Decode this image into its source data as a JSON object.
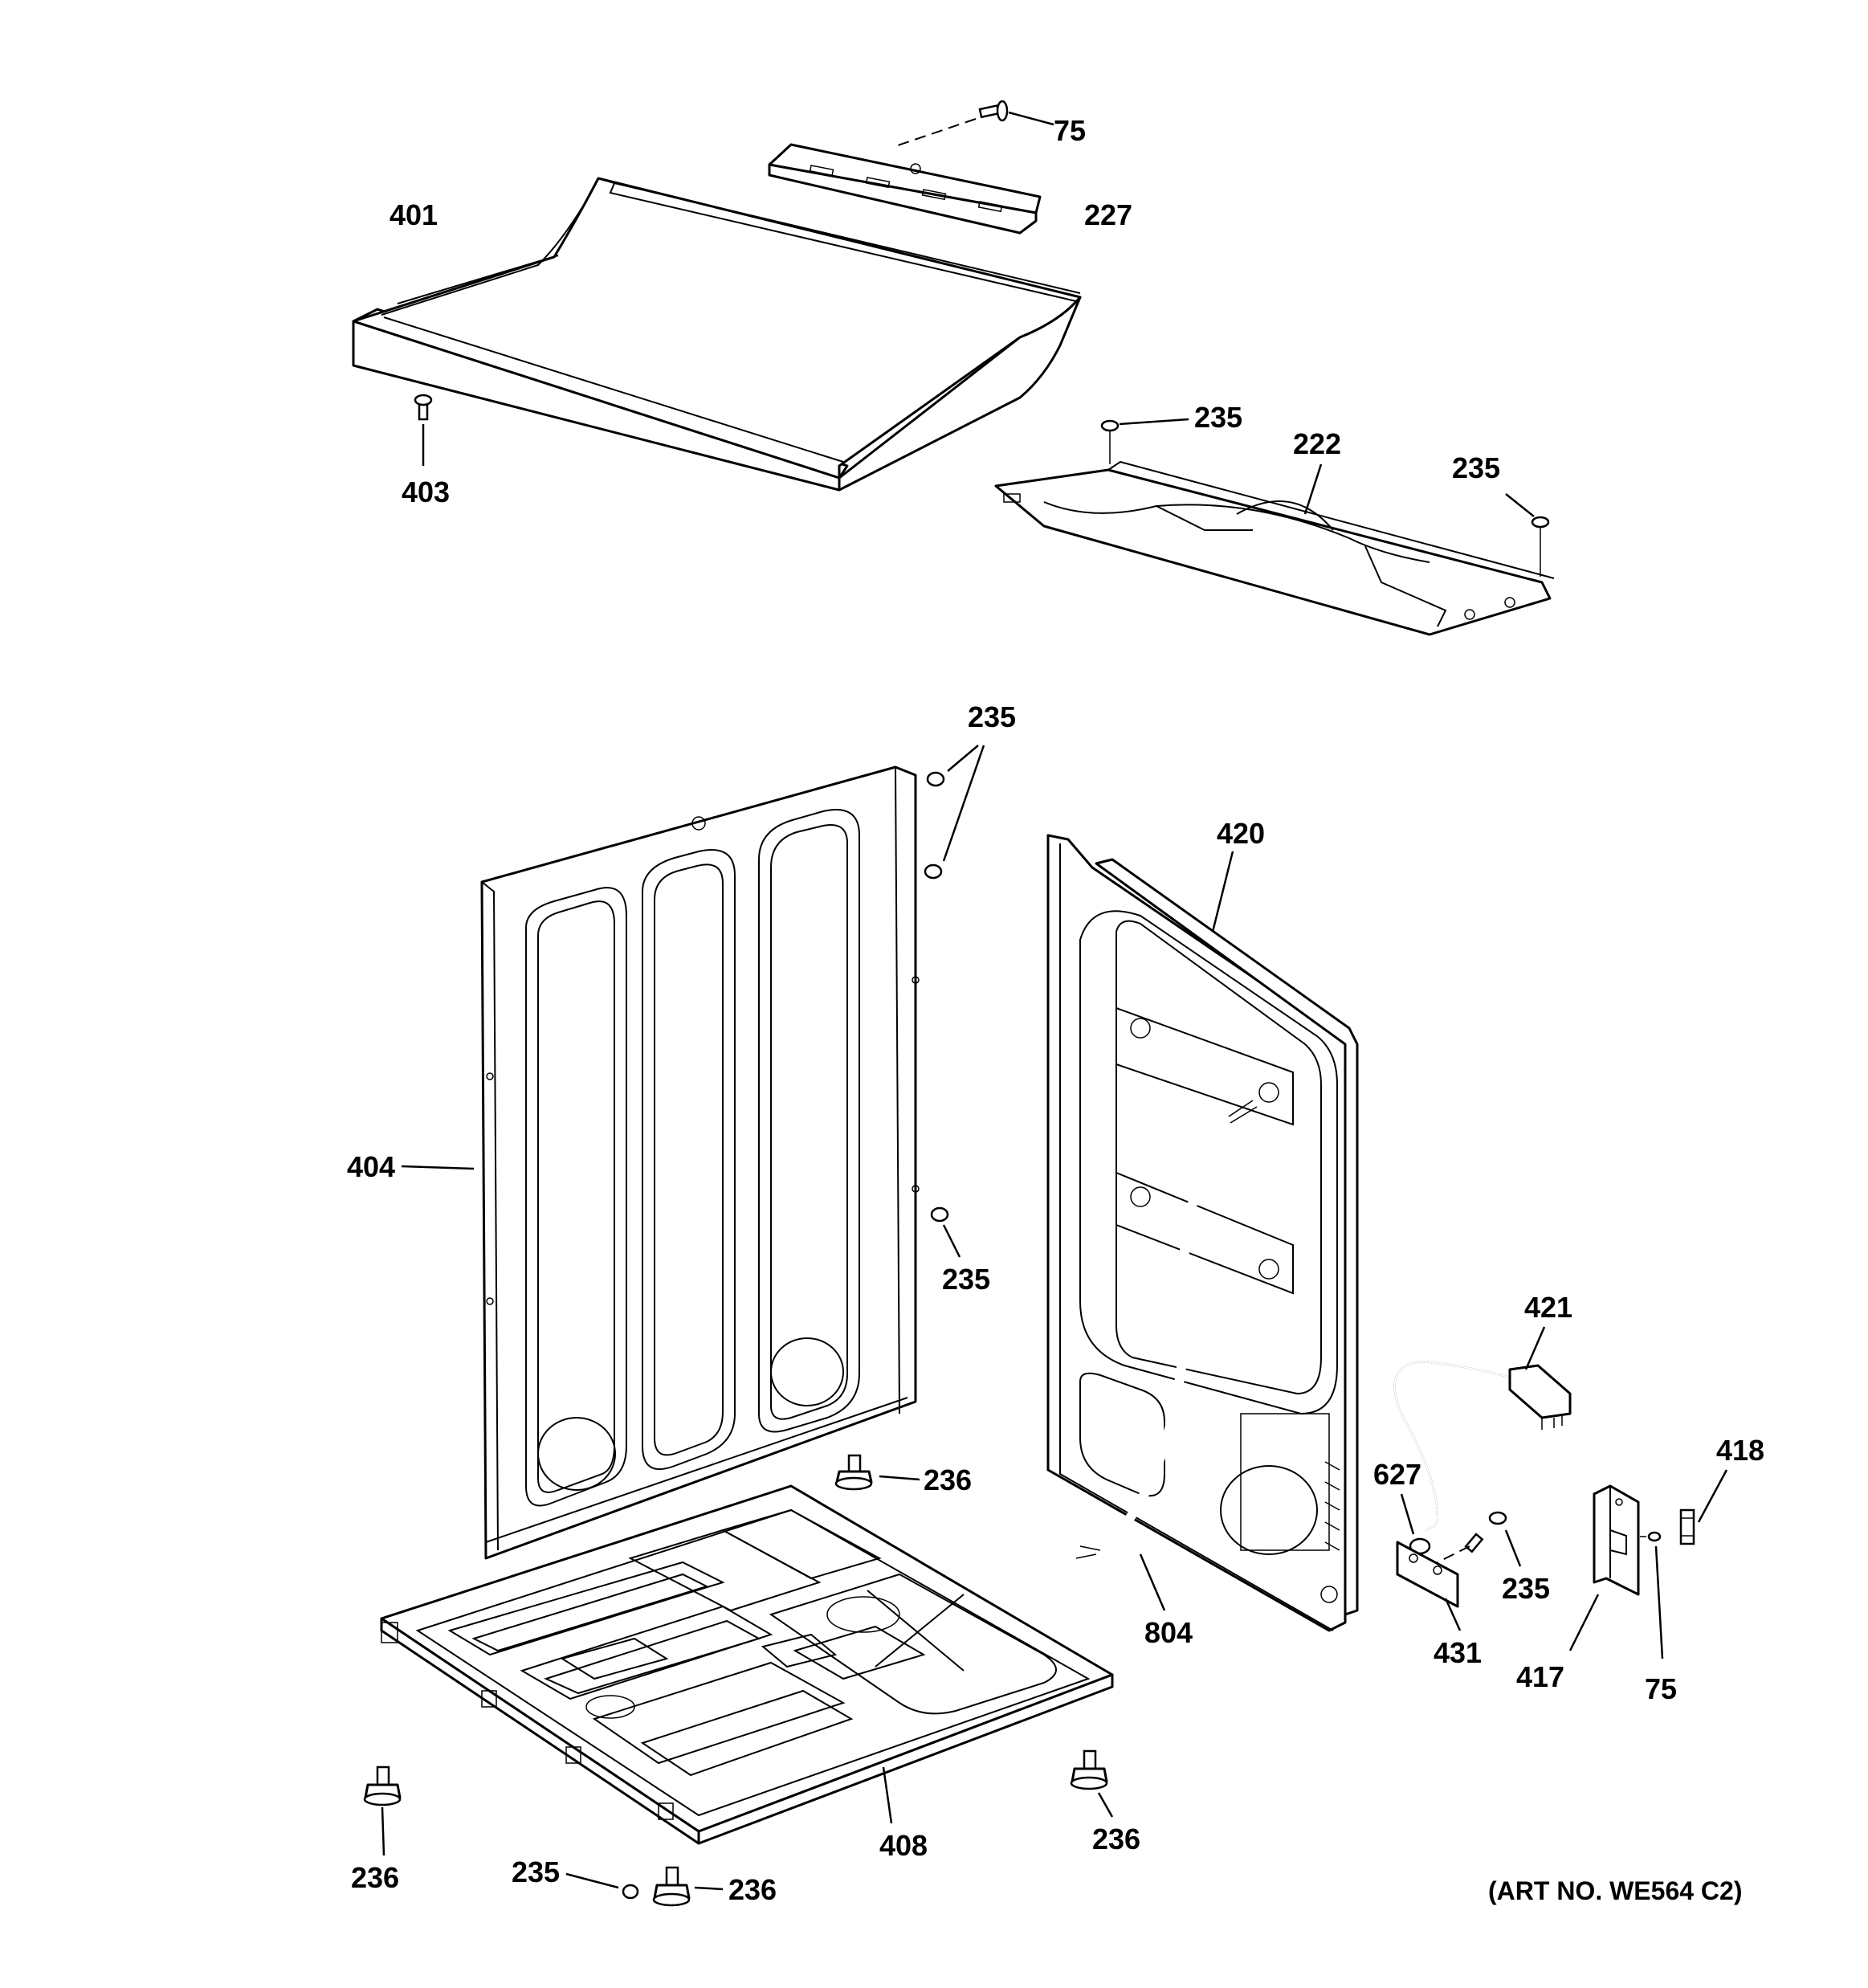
{
  "diagram": {
    "art_number": "(ART NO. WE564 C2)",
    "labels": {
      "top_screw_75": "75",
      "bracket_227": "227",
      "top_401": "401",
      "screw_403": "403",
      "screw_235_a": "235",
      "rail_222": "222",
      "screw_235_b": "235",
      "screw_235_c": "235",
      "side_404": "404",
      "screw_235_d": "235",
      "back_420": "420",
      "cord_421": "421",
      "fuse_418": "418",
      "grommet_627": "627",
      "screw_235_e": "235",
      "leg_236_a": "236",
      "cover_417": "417",
      "screw_75_b": "75",
      "harness_804": "804",
      "bracket_431": "431",
      "base_408": "408",
      "leg_236_b": "236",
      "leg_236_c": "236",
      "screw_235_f": "235",
      "leg_236_d": "236"
    }
  }
}
